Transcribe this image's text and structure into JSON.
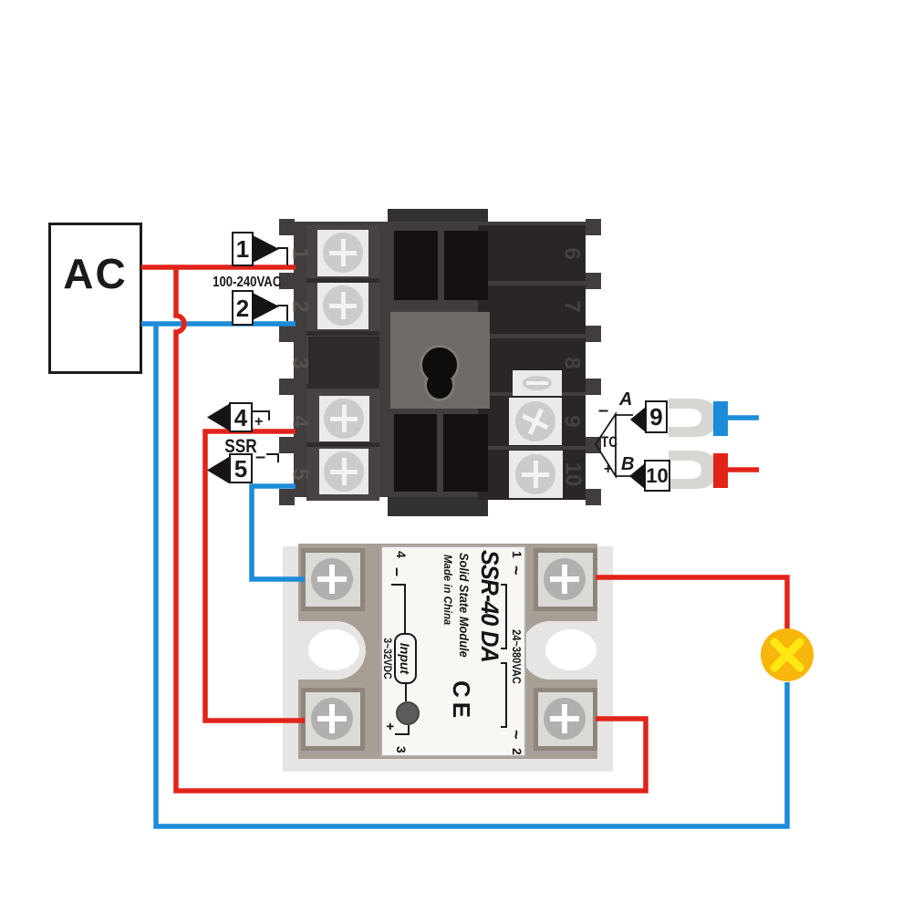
{
  "colors": {
    "wire_live": "#e2231a",
    "wire_neutral": "#1b8cd8",
    "load_fill": "#f6b60b",
    "load_cross": "#ffe812",
    "controller_body": "#413d3c",
    "ssr_base": "#a79e95"
  },
  "ac_source": {
    "label": "AC"
  },
  "power_input": {
    "marker_line1": "1",
    "marker_line2": "2",
    "voltage_range": "100-240VAC"
  },
  "ssr_drive": {
    "label": "SSR",
    "marker_plus": "4",
    "plus_sign": "+",
    "marker_minus": "5",
    "minus_sign": "–"
  },
  "thermocouple": {
    "label": "TC",
    "lead_a": "A",
    "lead_b": "B",
    "minus_sign": "–",
    "plus_sign": "+",
    "marker_a": "9",
    "marker_b": "10"
  },
  "controller": {
    "terminals": [
      "1",
      "2",
      "3",
      "4",
      "5",
      "6",
      "7",
      "8",
      "9",
      "10"
    ]
  },
  "ssr_module": {
    "model": "SSR-40 DA",
    "type": "Solid State Module",
    "origin": "Made in China",
    "ce_mark": "CE",
    "input_label": "Input",
    "input_range": "3~32VDC",
    "output_range": "24~380VAC",
    "terminal_1": "1",
    "terminal_2": "2",
    "terminal_3": "3",
    "terminal_4": "4",
    "tilde_1": "~",
    "tilde_2": "~",
    "plus_sign": "+",
    "minus_sign": "–"
  }
}
